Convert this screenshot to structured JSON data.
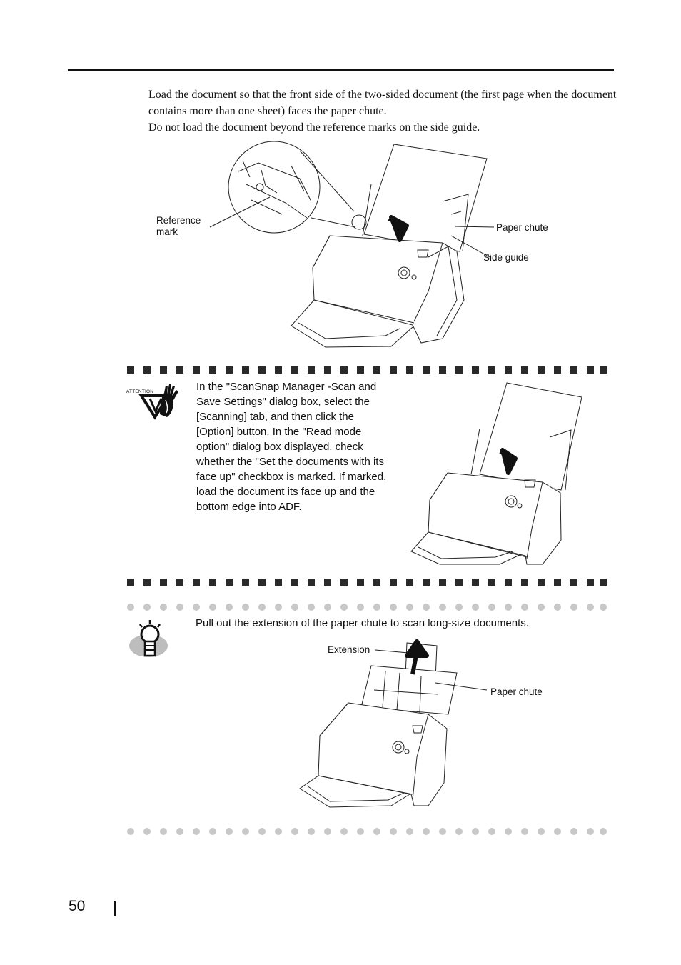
{
  "intro": {
    "line1": "Load the document so that the front side of the two-sided document (the first page when the document contains more than one sheet) faces the paper chute.",
    "line2": "Do not load the document beyond the reference marks on the side guide."
  },
  "figure1": {
    "label_reference_mark_1": "Reference",
    "label_reference_mark_2": "mark",
    "label_paper_chute": "Paper chute",
    "label_side_guide": "Side guide"
  },
  "attention": {
    "icon_label": "ATTENTION",
    "text": "In the \"ScanSnap Manager -Scan and Save Settings\" dialog box, select the [Scanning] tab, and then click the [Option] button. In the \"Read mode option\" dialog box displayed, check whether the \"Set the documents with its face up\" checkbox is marked. If marked, load the document its face up and the bottom edge into ADF."
  },
  "hint": {
    "text": "Pull out the extension of the paper chute to scan long-size documents.",
    "label_extension": "Extension",
    "label_paper_chute": "Paper chute"
  },
  "footer": {
    "page_number": "50"
  },
  "icons": [
    "attention-hand-icon",
    "hint-lightbulb-icon"
  ],
  "colors": {
    "text": "#111111",
    "rule": "#111111",
    "square": "#2a2a2a",
    "dot": "#c8c8c8"
  }
}
